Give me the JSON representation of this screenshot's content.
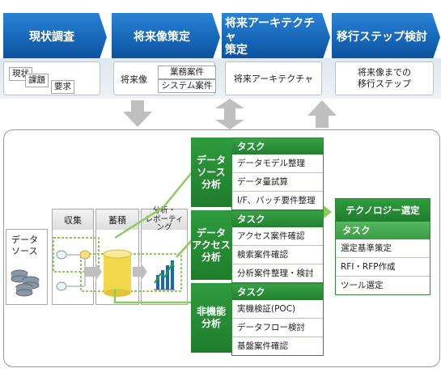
{
  "phases": [
    {
      "label": "現状調査"
    },
    {
      "label": "将来像策定"
    },
    {
      "label": "将来アーキテクチャ\n策定"
    },
    {
      "label": "移行ステップ検討"
    }
  ],
  "phase_details": {
    "current": {
      "tags": [
        "現状",
        "課題",
        "要求"
      ]
    },
    "future": {
      "main": "将来像",
      "tags": [
        "業務案件",
        "システム案件"
      ]
    },
    "architecture": {
      "text": "将来アーキテクチャ"
    },
    "migration": {
      "text": "将来像までの\n移行ステップ"
    }
  },
  "data_flow": {
    "source_label": "データ\nソース",
    "columns": [
      "収集",
      "蓄積",
      "分析・\nレポーティング"
    ]
  },
  "task_groups": [
    {
      "title": "データ\nソース\n分析",
      "header": "タスク",
      "items": [
        "データモデル整理",
        "データ量試算",
        "I/F、バッチ要件整理"
      ]
    },
    {
      "title": "データ\nアクセス\n分析",
      "header": "タスク",
      "items": [
        "アクセス案件確認",
        "検索案件確認",
        "分析案件整理・検討"
      ]
    },
    {
      "title": "非機能\n分析",
      "header": "タスク",
      "items": [
        "実機検証(POC)",
        "データフロー検討",
        "基盤案件確認"
      ]
    }
  ],
  "technology": {
    "title": "テクノロジー選定",
    "header": "タスク",
    "items": [
      "選定基準策定",
      "RFI・RFP作成",
      "ツール選定"
    ]
  },
  "colors": {
    "phase_blue": "#1766b8",
    "task_green": "#247f30",
    "arrow_gray": "#bfbfbf",
    "highlight_green": "#8fca5c"
  }
}
